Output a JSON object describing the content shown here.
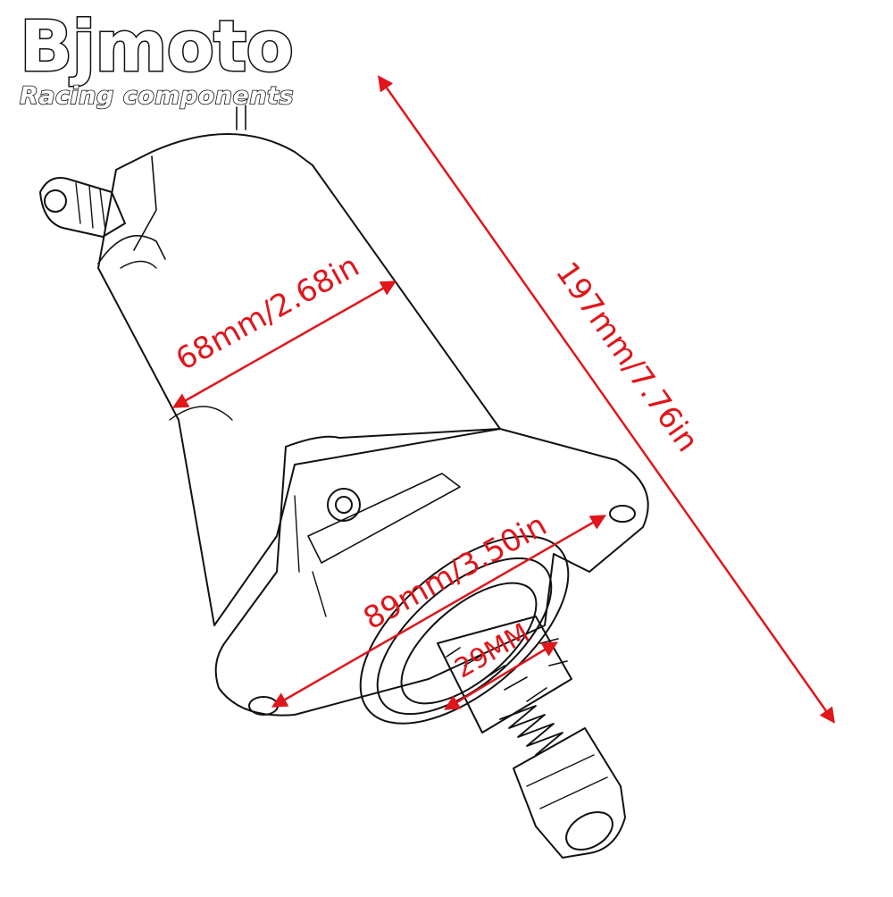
{
  "brand": {
    "name": "Bjmoto",
    "tagline": "Racing components"
  },
  "product": {
    "icon": "starter-motor-sketch"
  },
  "dimensions": {
    "diameter": "68mm/2.68in",
    "length": "197mm/7.76in",
    "flange": "89mm/3.50in",
    "gear": "29MM"
  },
  "colors": {
    "dimension": "#e0161b",
    "outline": "#111111",
    "background": "#ffffff"
  }
}
